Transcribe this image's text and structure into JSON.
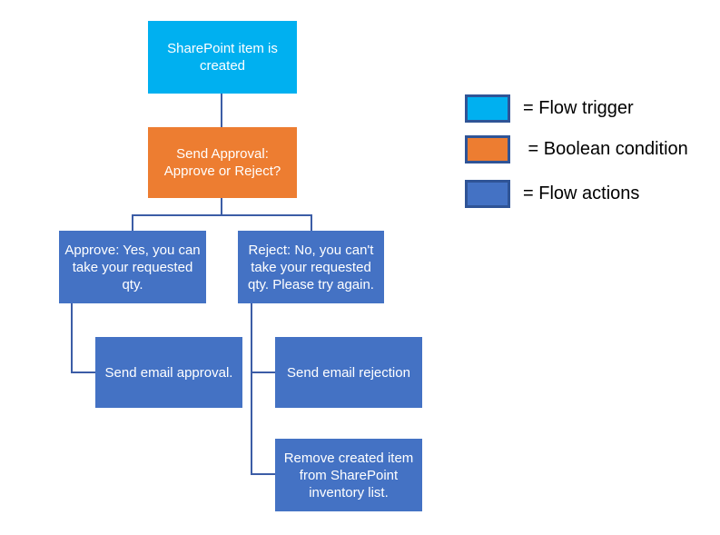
{
  "colors": {
    "flow_trigger": "#00B0F0",
    "boolean_condition": "#ED7D31",
    "flow_action": "#4472C4",
    "connector": "#3C5DA6",
    "legend_swatch_border": "#2F5496",
    "node_text": "#FFFFFF",
    "legend_text": "#000000",
    "background": "#FFFFFF"
  },
  "flowchart": {
    "nodes": {
      "trigger": {
        "text": "SharePoint item is created",
        "type": "flow_trigger"
      },
      "condition": {
        "text": "Send Approval: Approve or Reject?",
        "type": "boolean_condition"
      },
      "approve": {
        "text": "Approve: Yes, you can take your requested qty.",
        "type": "flow_action"
      },
      "reject": {
        "text": "Reject: No, you can't take your requested qty. Please try again.",
        "type": "flow_action"
      },
      "email_approval": {
        "text": "Send email approval.",
        "type": "flow_action"
      },
      "email_rejection": {
        "text": "Send email rejection",
        "type": "flow_action"
      },
      "remove_item": {
        "text": "Remove created item from SharePoint inventory list.",
        "type": "flow_action"
      }
    },
    "edges": [
      {
        "from": "trigger",
        "to": "condition"
      },
      {
        "from": "condition",
        "to": "approve"
      },
      {
        "from": "condition",
        "to": "reject"
      },
      {
        "from": "approve",
        "to": "email_approval"
      },
      {
        "from": "reject",
        "to": "email_rejection"
      },
      {
        "from": "reject",
        "to": "remove_item"
      }
    ]
  },
  "legend": {
    "items": [
      {
        "swatch": "flow-trigger-swatch",
        "label": "= Flow trigger"
      },
      {
        "swatch": "boolean-condition-swatch",
        "label": " = Boolean condition"
      },
      {
        "swatch": "flow-actions-swatch",
        "label": "= Flow actions"
      }
    ]
  }
}
